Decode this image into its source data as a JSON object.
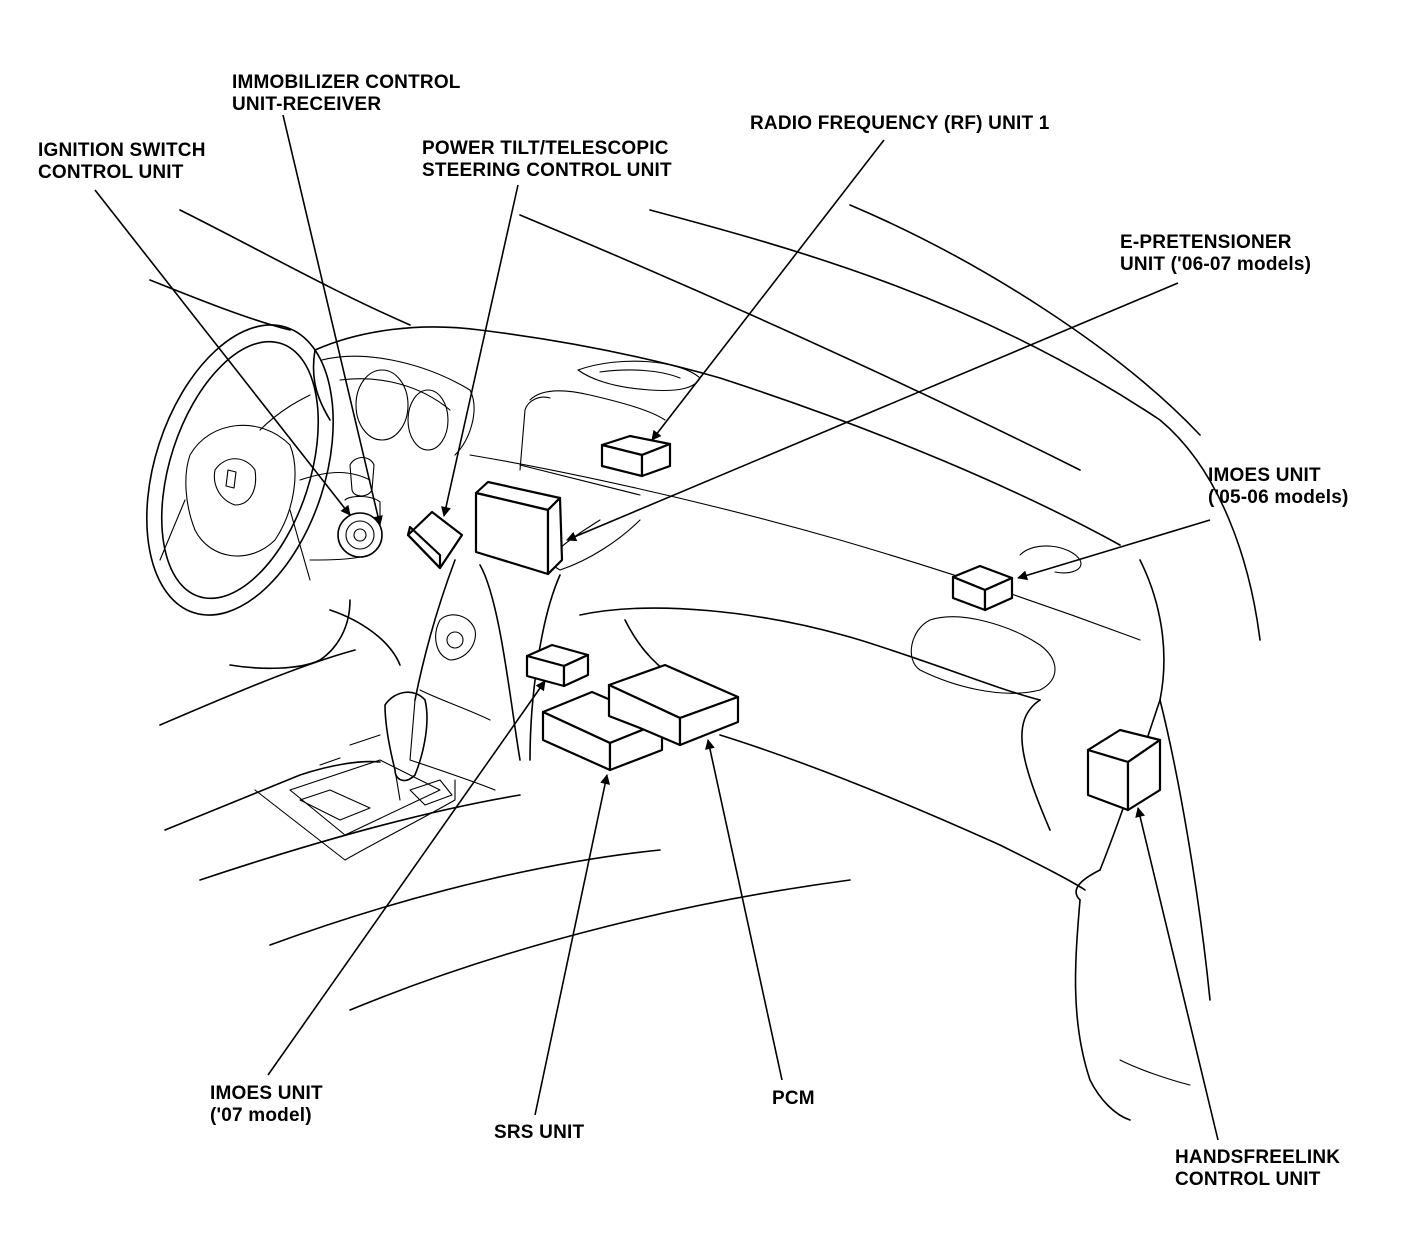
{
  "labels": {
    "immobilizer": [
      "IMMOBILIZER CONTROL",
      "UNIT-RECEIVER"
    ],
    "ignition": [
      "IGNITION SWITCH",
      "CONTROL UNIT"
    ],
    "power_tilt": [
      "POWER TILT/TELESCOPIC",
      "STEERING CONTROL UNIT"
    ],
    "rf_unit": [
      "RADIO FREQUENCY (RF) UNIT 1"
    ],
    "e_pretensioner": [
      "E-PRETENSIONER",
      "UNIT ('06-07 models)"
    ],
    "imoes_0506": [
      "IMOES UNIT",
      "('05-06 models)"
    ],
    "imoes_07": [
      "IMOES UNIT",
      "('07 model)"
    ],
    "srs": [
      "SRS UNIT"
    ],
    "pcm": [
      "PCM"
    ],
    "handsfreelink": [
      "HANDSFREELINK",
      "CONTROL UNIT"
    ]
  }
}
